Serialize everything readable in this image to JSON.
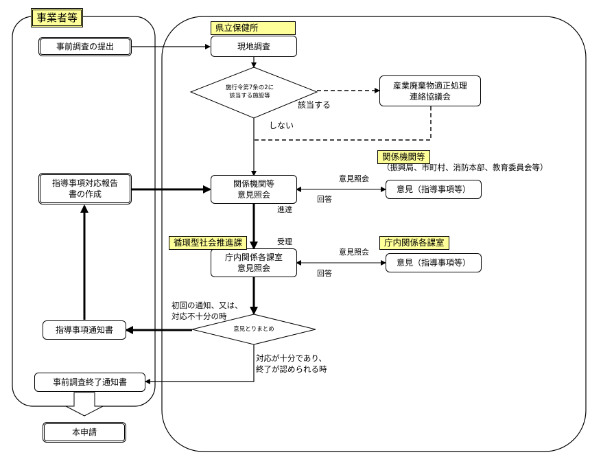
{
  "lanes": {
    "business": "事業者等",
    "prefecture_office": "県立保健所"
  },
  "nodes": {
    "pre_survey_submit": "事前調査の提出",
    "guidance_report": "指導事項対応報告\n書の作成",
    "guidance_notice": "指導事項通知書",
    "survey_end_notice": "事前調査終了通知書",
    "main_application": "本申請",
    "site_survey": "現地調査",
    "decision_facility": "施行令第7条の2に\n該当する施設等",
    "council": "産業廃棄物適正処理\n連絡協議会",
    "related_orgs_inquiry": "関係機関等\n意見照会",
    "dept_inquiry": "庁内関係各課室\n意見照会",
    "opinion_summary": "意見とりまとめ",
    "opinion_guidance_1": "意見（指導事項等）",
    "opinion_guidance_2": "意見（指導事項等）"
  },
  "tags": {
    "related_orgs": "関係機関等",
    "related_orgs_detail": "（振興局、市町村、消防本部、教育委員会等）",
    "recycling_division": "循環型社会推進課",
    "internal_depts": "庁内関係各課室"
  },
  "edge_labels": {
    "applicable": "該当する",
    "not_applicable": "しない",
    "inquiry_1": "意見照会",
    "reply_1": "回答",
    "transmit": "進達",
    "receive": "受理",
    "inquiry_2": "意見照会",
    "reply_2": "回答",
    "first_notice": "初回の通知、又は、\n対応不十分の時",
    "sufficient": "対応が十分であり、\n終了が認められる時"
  }
}
